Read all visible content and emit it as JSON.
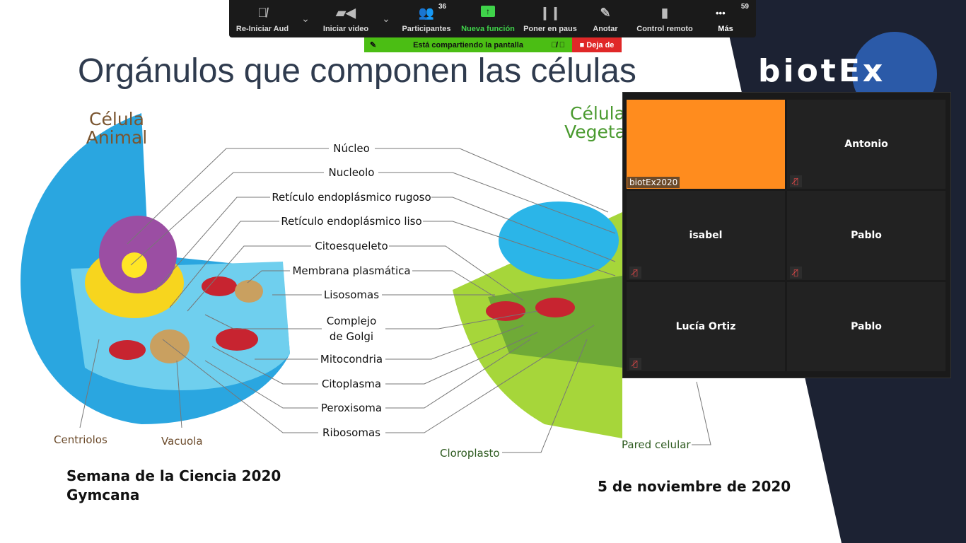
{
  "slide": {
    "title": "Orgánulos que componen las células",
    "logo": "biotEx",
    "animal_title": "Célula Animal",
    "vegetal_title": "Célula Vegetal",
    "labels": [
      "Núcleo",
      "Nucleolo",
      "Retículo endoplásmico rugoso",
      "Retículo endoplásmico liso",
      "Citoesqueleto",
      "Membrana plasmática",
      "Lisosomas",
      "Complejo de Golgi",
      "Mitocondria",
      "Citoplasma",
      "Peroxisoma",
      "Ribosomas"
    ],
    "centriolos": "Centriolos",
    "vacuola": "Vacuola",
    "cloroplasto": "Cloroplasto",
    "pared": "Pared celular",
    "footer_left_1": "Semana de la Ciencia 2020",
    "footer_left_2": "Gymcana",
    "footer_right": "5 de noviembre de 2020"
  },
  "toolbar": {
    "audio": "Re-Iniciar Aud",
    "video": "Iniciar video",
    "participants": "Participantes",
    "participants_count": "36",
    "new_feature": "Nueva función",
    "pause": "Poner en paus",
    "annotate": "Anotar",
    "remote": "Control remoto",
    "more": "Más",
    "more_count": "59"
  },
  "share_banner": {
    "text": "Está compartiendo la pantalla",
    "stop": "Deja de"
  },
  "gallery": {
    "tiles": [
      {
        "name": "biotEx2020",
        "color": "#ff8c1e"
      },
      {
        "name": "Antonio"
      },
      {
        "name": "isabel"
      },
      {
        "name": "Pablo"
      },
      {
        "name": "Lucía Ortiz"
      },
      {
        "name": "Pablo"
      }
    ]
  }
}
